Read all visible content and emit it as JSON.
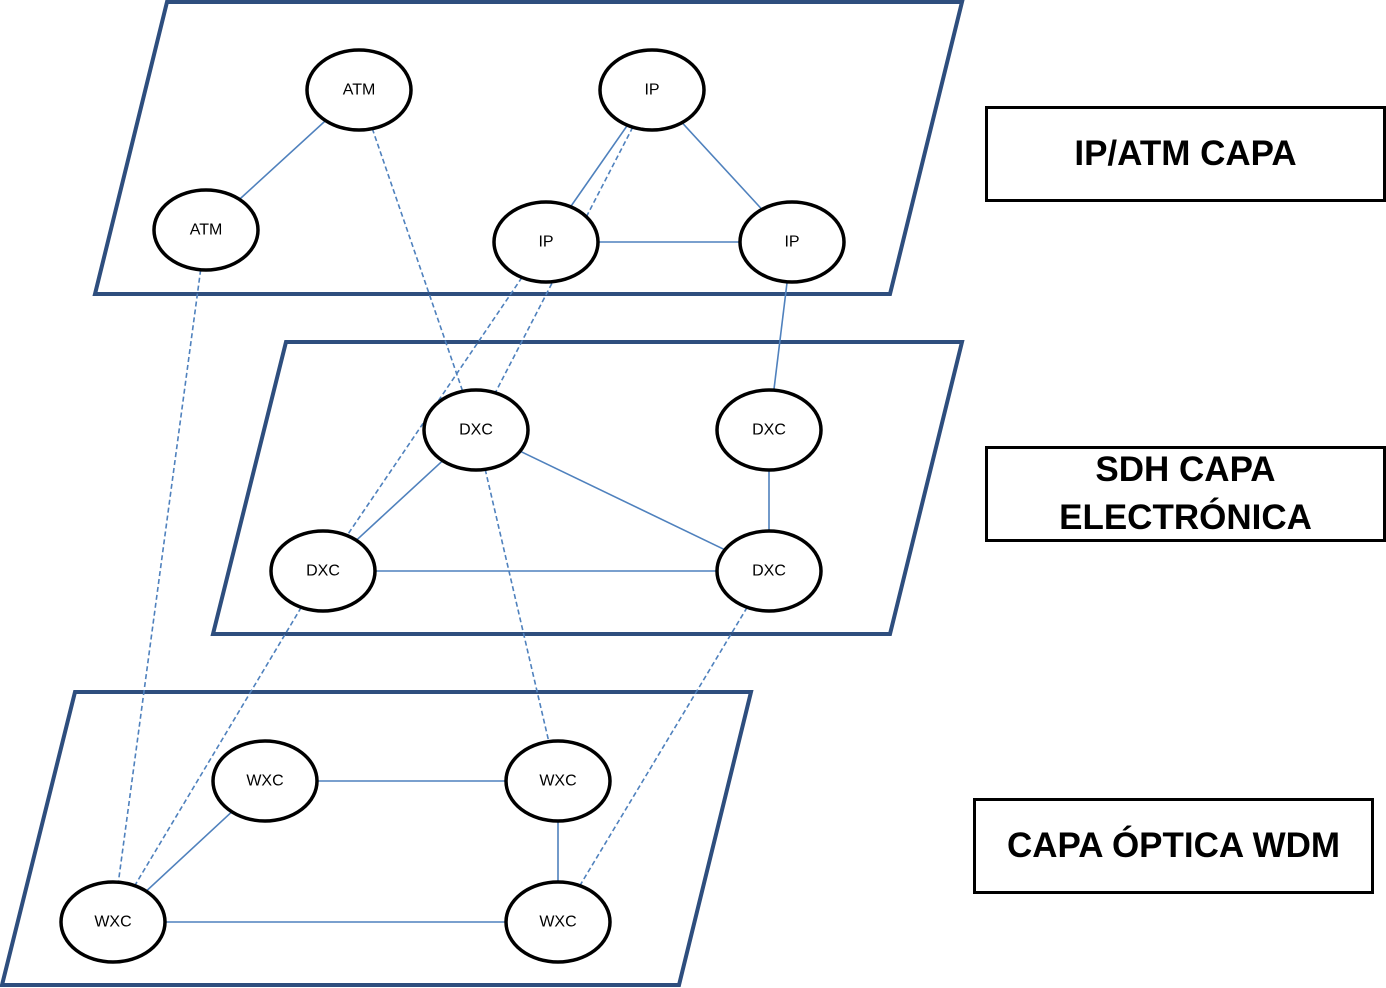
{
  "layers": {
    "ip_atm": "IP/ATM CAPA",
    "sdh_line1": "SDH CAPA",
    "sdh_line2": "ELECTRÓNICA",
    "wdm": "CAPA ÓPTICA WDM"
  },
  "colors": {
    "plane_border": "#2e4e7e",
    "link": "#4f81bd",
    "node_border": "#000000"
  },
  "nodes": [
    {
      "id": "atm1",
      "label": "ATM",
      "layer": "ip_atm"
    },
    {
      "id": "atm2",
      "label": "ATM",
      "layer": "ip_atm"
    },
    {
      "id": "ip1",
      "label": "IP",
      "layer": "ip_atm"
    },
    {
      "id": "ip2",
      "label": "IP",
      "layer": "ip_atm"
    },
    {
      "id": "ip3",
      "label": "IP",
      "layer": "ip_atm"
    },
    {
      "id": "dxc1",
      "label": "DXC",
      "layer": "sdh"
    },
    {
      "id": "dxc2",
      "label": "DXC",
      "layer": "sdh"
    },
    {
      "id": "dxc3",
      "label": "DXC",
      "layer": "sdh"
    },
    {
      "id": "dxc4",
      "label": "DXC",
      "layer": "sdh"
    },
    {
      "id": "wxc1",
      "label": "WXC",
      "layer": "wdm"
    },
    {
      "id": "wxc2",
      "label": "WXC",
      "layer": "wdm"
    },
    {
      "id": "wxc3",
      "label": "WXC",
      "layer": "wdm"
    },
    {
      "id": "wxc4",
      "label": "WXC",
      "layer": "wdm"
    }
  ],
  "links": [
    {
      "from": "atm1",
      "to": "atm2",
      "style": "solid"
    },
    {
      "from": "ip1",
      "to": "ip2",
      "style": "solid"
    },
    {
      "from": "ip1",
      "to": "ip3",
      "style": "solid"
    },
    {
      "from": "ip2",
      "to": "ip3",
      "style": "solid"
    },
    {
      "from": "dxc1",
      "to": "dxc3",
      "style": "solid"
    },
    {
      "from": "dxc1",
      "to": "dxc4",
      "style": "solid"
    },
    {
      "from": "dxc2",
      "to": "dxc4",
      "style": "solid"
    },
    {
      "from": "dxc3",
      "to": "dxc4",
      "style": "solid"
    },
    {
      "from": "wxc1",
      "to": "wxc2",
      "style": "solid"
    },
    {
      "from": "wxc1",
      "to": "wxc3",
      "style": "solid"
    },
    {
      "from": "wxc2",
      "to": "wxc4",
      "style": "solid"
    },
    {
      "from": "wxc3",
      "to": "wxc4",
      "style": "solid"
    },
    {
      "from": "ip3",
      "to": "dxc2",
      "style": "solid"
    },
    {
      "from": "atm1",
      "to": "dxc1",
      "style": "dashed"
    },
    {
      "from": "ip1",
      "to": "dxc1",
      "style": "dashed"
    },
    {
      "from": "ip2",
      "to": "dxc3",
      "style": "dashed"
    },
    {
      "from": "atm2",
      "to": "wxc3",
      "style": "dashed"
    },
    {
      "from": "dxc3",
      "to": "wxc3",
      "style": "dashed"
    },
    {
      "from": "dxc1",
      "to": "wxc2",
      "style": "dashed"
    },
    {
      "from": "dxc4",
      "to": "wxc4",
      "style": "dashed"
    }
  ]
}
